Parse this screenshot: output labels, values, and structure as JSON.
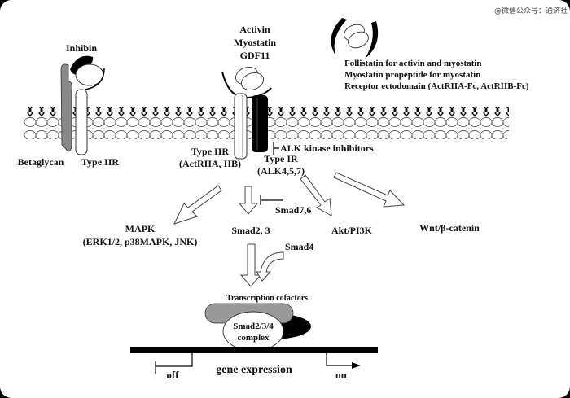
{
  "watermark": "@微信公众号：通济社",
  "ligands": {
    "inhibin": "Inhibin",
    "activin_group": [
      "Activin",
      "Myostatin",
      "GDF11"
    ]
  },
  "antagonists": [
    "Follistatin for activin and myostatin",
    "Myostatin propeptide for myostatin",
    "Receptor ectodomain (ActRIIA-Fc, ActRIIB-Fc)"
  ],
  "receptors": {
    "betaglycan": "Betaglycan",
    "type_iir_left": "Type IIR",
    "type_iir_right": [
      "Type IIR",
      "(ActRIIA, IIB)"
    ],
    "type_ir": [
      "Type IR",
      "(ALK4,5,7)"
    ]
  },
  "inhibitors": {
    "alk": "ALK kinase inhibitors",
    "smad76": "Smad7,6"
  },
  "pathways": {
    "mapk": [
      "MAPK",
      "(ERK1/2, p38MAPK, JNK)"
    ],
    "smad23": "Smad2, 3",
    "akt": "Akt/PI3K",
    "wnt": "Wnt/β-catenin",
    "smad4": "Smad4"
  },
  "nucleus": {
    "cofactors": "Transcription cofactors",
    "complex": [
      "Smad2/3/4",
      "complex"
    ],
    "gene_expression": "gene expression",
    "off": "off",
    "on": "on"
  }
}
